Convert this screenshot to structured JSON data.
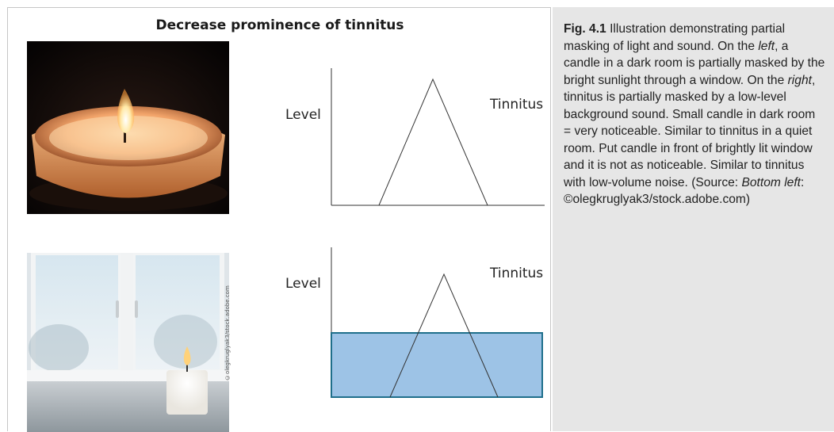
{
  "figure": {
    "title": "Decrease prominence of tinnitus",
    "top_graph": {
      "axis_label": "Level",
      "peak_label": "Tinnitus"
    },
    "bottom_graph": {
      "axis_label": "Level",
      "peak_label": "Tinnitus"
    },
    "photo_credit": "©olegkruglyak3/stock.adobe.com"
  },
  "caption": {
    "label": "Fig. 4.1",
    "segments": [
      {
        "text": " Illustration demonstrating partial masking of light and sound. On the ",
        "italic": false
      },
      {
        "text": "left",
        "italic": true
      },
      {
        "text": ", a candle in a dark room is partially masked by the bright sunlight through a window. On the ",
        "italic": false
      },
      {
        "text": "right",
        "italic": true
      },
      {
        "text": ", tinnitus is partially masked by a low-level background sound. Small candle in dark room = very noticeable. Similar to tinnitus in a quiet room. Put candle in front of brightly lit window and it is not as noticeable. Similar to tinnitus with low-volume noise. (Source: ",
        "italic": false
      },
      {
        "text": "Bottom left",
        "italic": true
      },
      {
        "text": ": ©olegkruglyak3/stock.adobe.com)",
        "italic": false
      }
    ]
  },
  "colors": {
    "masking_fill": "#9dc3e6",
    "masking_stroke": "#1f6f8b",
    "line": "#333333"
  }
}
